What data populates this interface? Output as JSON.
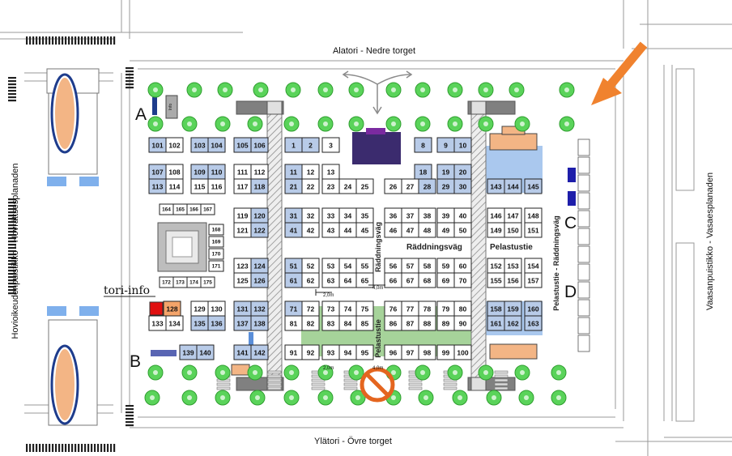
{
  "streets": {
    "top": "Alatori - Nedre torget",
    "bottom": "Ylätori - Övre torget",
    "left": "Hovioikeudenpuistikko - Hovrättsesplanaden",
    "right": "Vaasanpuistikko - Vasaesplanaden"
  },
  "area_letters": [
    "A",
    "B",
    "C",
    "D"
  ],
  "tori_info": "tori-info",
  "path_labels": {
    "raddningsvag_vertical": "Räddningsväg",
    "raddningsvag_horizontal": "Räddningsväg",
    "pelastustie_horizontal": "Pelastustie",
    "pelastustie_vertical": "Pelastustie",
    "right_vertical": "Pelastustie - Räddningsväg"
  },
  "distances": [
    "2,0m",
    "4,0m",
    "2,0m",
    "4,0m"
  ],
  "small_sign": "Info",
  "colors": {
    "tree": "#5ad35a",
    "stall_blue": "#b8cbe8",
    "zone_blue": "#aac8ee",
    "zone_green": "#a6d39a",
    "arrow": "#f0822e",
    "no_entry": "#e4651f",
    "kiosk": "#f3b585",
    "dark_block": "#3b2b6e"
  },
  "stalls": [
    {
      "n": "101",
      "c": "blue"
    },
    {
      "n": "102"
    },
    {
      "n": "103",
      "c": "blue"
    },
    {
      "n": "104",
      "c": "blue"
    },
    {
      "n": "105",
      "c": "blue"
    },
    {
      "n": "106",
      "c": "blue"
    },
    {
      "n": "1",
      "c": "blue"
    },
    {
      "n": "2",
      "c": "blue"
    },
    {
      "n": "3"
    },
    {
      "n": "8",
      "c": "blue"
    },
    {
      "n": "9",
      "c": "blue"
    },
    {
      "n": "10",
      "c": "blue"
    },
    {
      "n": "107",
      "c": "blue"
    },
    {
      "n": "108"
    },
    {
      "n": "109",
      "c": "blue"
    },
    {
      "n": "110",
      "c": "blue"
    },
    {
      "n": "111"
    },
    {
      "n": "112"
    },
    {
      "n": "11",
      "c": "blue"
    },
    {
      "n": "12"
    },
    {
      "n": "13"
    },
    {
      "n": "18",
      "c": "blue"
    },
    {
      "n": "19",
      "c": "blue"
    },
    {
      "n": "20",
      "c": "blue"
    },
    {
      "n": "113",
      "c": "blue"
    },
    {
      "n": "114"
    },
    {
      "n": "115"
    },
    {
      "n": "116"
    },
    {
      "n": "117"
    },
    {
      "n": "118",
      "c": "blue"
    },
    {
      "n": "21",
      "c": "blue"
    },
    {
      "n": "22"
    },
    {
      "n": "23"
    },
    {
      "n": "24"
    },
    {
      "n": "25"
    },
    {
      "n": "26"
    },
    {
      "n": "27"
    },
    {
      "n": "28",
      "c": "blue"
    },
    {
      "n": "29",
      "c": "blue"
    },
    {
      "n": "30",
      "c": "blue"
    },
    {
      "n": "143",
      "c": "blue"
    },
    {
      "n": "144",
      "c": "blue"
    },
    {
      "n": "145",
      "c": "blue"
    },
    {
      "n": "164"
    },
    {
      "n": "165"
    },
    {
      "n": "166"
    },
    {
      "n": "167"
    },
    {
      "n": "119"
    },
    {
      "n": "120",
      "c": "blue"
    },
    {
      "n": "31",
      "c": "blue"
    },
    {
      "n": "32"
    },
    {
      "n": "33"
    },
    {
      "n": "34"
    },
    {
      "n": "35"
    },
    {
      "n": "36"
    },
    {
      "n": "37"
    },
    {
      "n": "38"
    },
    {
      "n": "39"
    },
    {
      "n": "40"
    },
    {
      "n": "146"
    },
    {
      "n": "147"
    },
    {
      "n": "148"
    },
    {
      "n": "121"
    },
    {
      "n": "122",
      "c": "blue"
    },
    {
      "n": "41",
      "c": "blue"
    },
    {
      "n": "42"
    },
    {
      "n": "43"
    },
    {
      "n": "44"
    },
    {
      "n": "45"
    },
    {
      "n": "46"
    },
    {
      "n": "47"
    },
    {
      "n": "48"
    },
    {
      "n": "49"
    },
    {
      "n": "50"
    },
    {
      "n": "149"
    },
    {
      "n": "150"
    },
    {
      "n": "151"
    },
    {
      "n": "168"
    },
    {
      "n": "169"
    },
    {
      "n": "170"
    },
    {
      "n": "171"
    },
    {
      "n": "123"
    },
    {
      "n": "124",
      "c": "blue"
    },
    {
      "n": "51",
      "c": "blue"
    },
    {
      "n": "52"
    },
    {
      "n": "53"
    },
    {
      "n": "54"
    },
    {
      "n": "55"
    },
    {
      "n": "56"
    },
    {
      "n": "57"
    },
    {
      "n": "58"
    },
    {
      "n": "59"
    },
    {
      "n": "60"
    },
    {
      "n": "152"
    },
    {
      "n": "153"
    },
    {
      "n": "154"
    },
    {
      "n": "125"
    },
    {
      "n": "126",
      "c": "blue"
    },
    {
      "n": "61",
      "c": "blue"
    },
    {
      "n": "62"
    },
    {
      "n": "63"
    },
    {
      "n": "64"
    },
    {
      "n": "65"
    },
    {
      "n": "66"
    },
    {
      "n": "67"
    },
    {
      "n": "68"
    },
    {
      "n": "69"
    },
    {
      "n": "70"
    },
    {
      "n": "155"
    },
    {
      "n": "156"
    },
    {
      "n": "157"
    },
    {
      "n": "172"
    },
    {
      "n": "173"
    },
    {
      "n": "174"
    },
    {
      "n": "175"
    },
    {
      "n": "128",
      "c": "orange"
    },
    {
      "n": "129"
    },
    {
      "n": "130"
    },
    {
      "n": "131",
      "c": "blue"
    },
    {
      "n": "132",
      "c": "blue"
    },
    {
      "n": "71",
      "c": "blue"
    },
    {
      "n": "72"
    },
    {
      "n": "73"
    },
    {
      "n": "74"
    },
    {
      "n": "75"
    },
    {
      "n": "76"
    },
    {
      "n": "77"
    },
    {
      "n": "78"
    },
    {
      "n": "79"
    },
    {
      "n": "80"
    },
    {
      "n": "158",
      "c": "blue"
    },
    {
      "n": "159",
      "c": "blue"
    },
    {
      "n": "160",
      "c": "blue"
    },
    {
      "n": "133"
    },
    {
      "n": "134"
    },
    {
      "n": "135",
      "c": "blue"
    },
    {
      "n": "136",
      "c": "blue"
    },
    {
      "n": "137",
      "c": "blue"
    },
    {
      "n": "138",
      "c": "blue"
    },
    {
      "n": "81"
    },
    {
      "n": "82"
    },
    {
      "n": "83"
    },
    {
      "n": "84"
    },
    {
      "n": "85"
    },
    {
      "n": "86"
    },
    {
      "n": "87"
    },
    {
      "n": "88"
    },
    {
      "n": "89"
    },
    {
      "n": "90"
    },
    {
      "n": "161",
      "c": "blue"
    },
    {
      "n": "162",
      "c": "blue"
    },
    {
      "n": "163",
      "c": "blue"
    },
    {
      "n": "139",
      "c": "blue"
    },
    {
      "n": "140",
      "c": "blue"
    },
    {
      "n": "141",
      "c": "blue"
    },
    {
      "n": "142",
      "c": "blue"
    },
    {
      "n": "91"
    },
    {
      "n": "92"
    },
    {
      "n": "93"
    },
    {
      "n": "94"
    },
    {
      "n": "95"
    },
    {
      "n": "96"
    },
    {
      "n": "97"
    },
    {
      "n": "98"
    },
    {
      "n": "99"
    },
    {
      "n": "100"
    }
  ]
}
